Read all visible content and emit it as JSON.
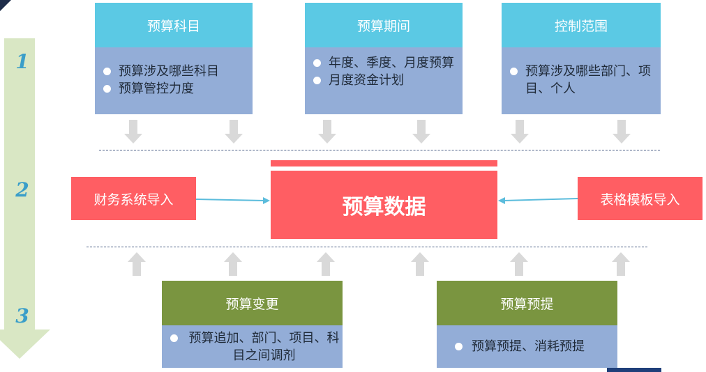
{
  "steps": [
    "1",
    "2",
    "3"
  ],
  "top_boxes": [
    {
      "title": "预算科目",
      "items": [
        "预算涉及哪些科目",
        "预算管控力度"
      ]
    },
    {
      "title": "预算期间",
      "items": [
        "年度、季度、月度预算",
        "月度资金计划"
      ]
    },
    {
      "title": "控制范围",
      "items": [
        "预算涉及哪些部门、项目、个人"
      ]
    }
  ],
  "middle": {
    "left_source": "财务系统导入",
    "center": "预算数据",
    "right_source": "表格模板导入"
  },
  "bottom_boxes": [
    {
      "title": "预算变更",
      "items": [
        "预算追加、部门、项目、科目之间调剂"
      ]
    },
    {
      "title": "预算预提",
      "items": [
        "预算预提、消耗预提"
      ]
    }
  ],
  "colors": {
    "header_cyan": "#5bc9e4",
    "body_blue": "#93add7",
    "header_olive": "#7a9540",
    "accent_red": "#ff5e63",
    "flow_arrow_green": "#d9e7c4",
    "small_arrow_gray": "#d9d9d9",
    "connector_blue": "#5bbcdc"
  }
}
